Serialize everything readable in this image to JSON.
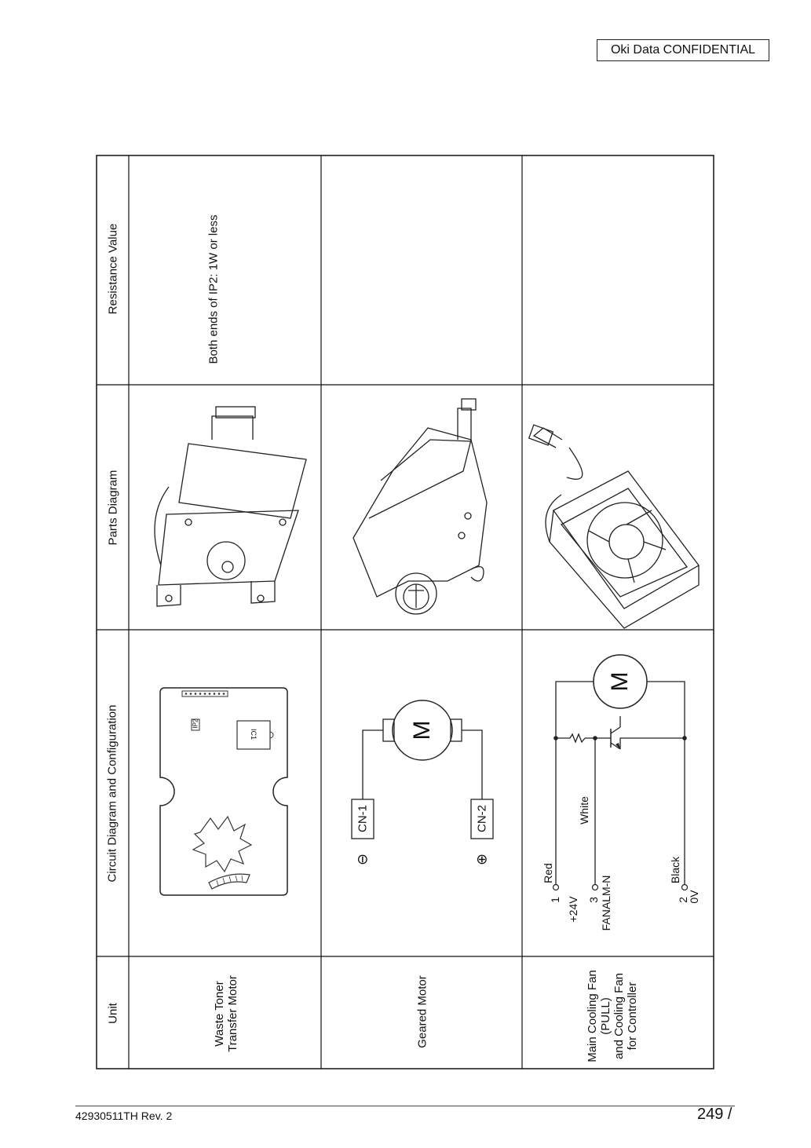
{
  "header": {
    "confidential": "Oki Data CONFIDENTIAL"
  },
  "table": {
    "headers": {
      "unit": "Unit",
      "circuit": "Circuit Diagram and Configuration",
      "parts": "Parts Diagram",
      "resistance": "Resistance Value"
    },
    "rows": [
      {
        "unit_lines": [
          "Waste Toner",
          "Transfer Motor"
        ],
        "circuit": {
          "ic_label": "IC1",
          "ip_label": "IP2"
        },
        "resistance": "Both ends of IP2: 1W or less"
      },
      {
        "unit_lines": [
          "Geared Motor"
        ],
        "circuit": {
          "cn1": "CN-1",
          "cn2": "CN-2",
          "motor": "M",
          "minus": "⊖",
          "plus": "⊕"
        },
        "resistance": ""
      },
      {
        "unit_lines": [
          "Main Cooling Fan",
          "(PULL)",
          "and Cooling Fan",
          "for Controller"
        ],
        "circuit": {
          "motor": "M",
          "red": "Red",
          "white": "White",
          "black": "Black",
          "pin1": "1",
          "pin1_v": "+24V",
          "pin3": "3",
          "pin3_v": "FANALM-N",
          "pin2": "2",
          "pin2_v": "0V"
        },
        "resistance": ""
      }
    ]
  },
  "footer": {
    "doc_id": "42930511TH  Rev. 2",
    "page": "249 /"
  }
}
